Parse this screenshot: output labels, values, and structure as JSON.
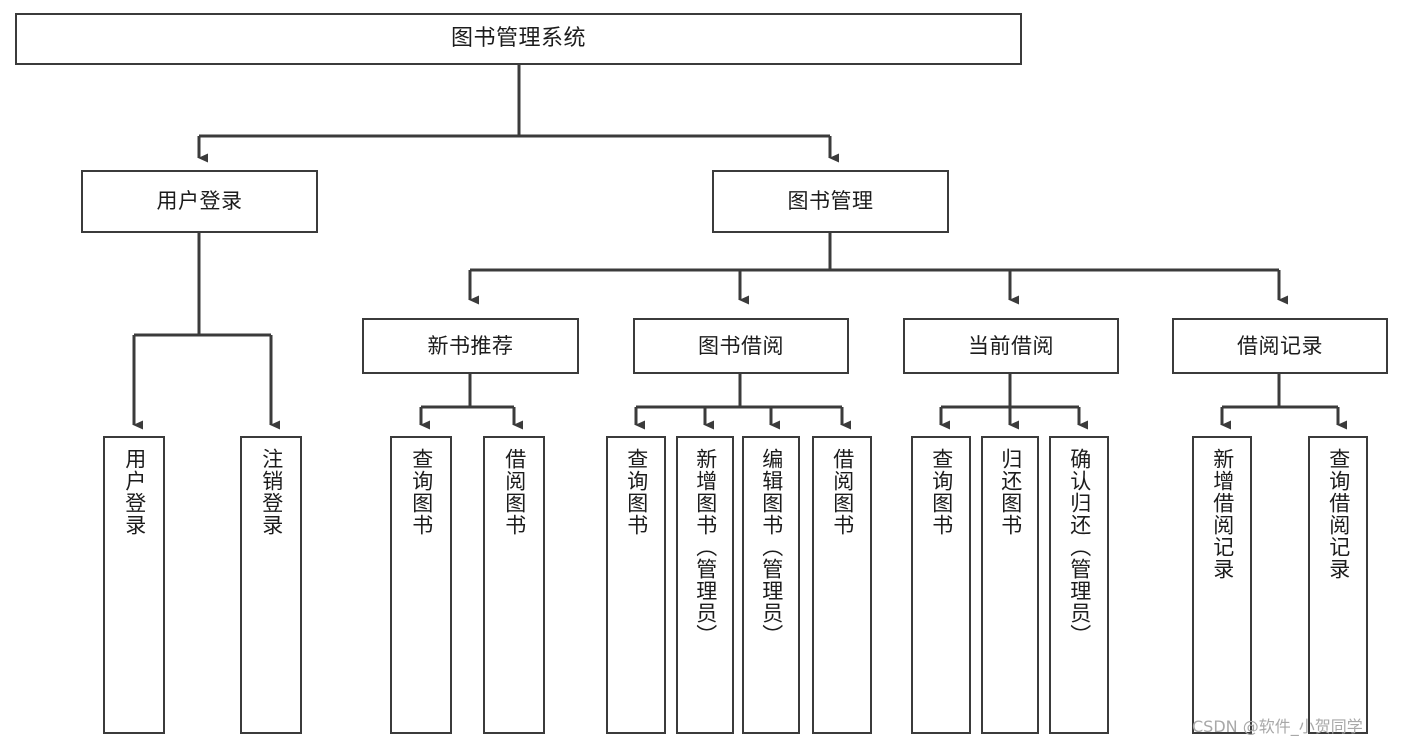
{
  "diagram": {
    "type": "tree-hierarchy-chart",
    "title": "图书管理系统",
    "line_color": "#3b3b3b",
    "box_fill": "#ffffff",
    "text_color": "#1c1c1c",
    "watermark": "CSDN @软件_小贺同学",
    "nodes": {
      "root": {
        "label": "图书管理系统"
      },
      "level2": [
        {
          "id": "user-login",
          "label": "用户登录"
        },
        {
          "id": "book-management",
          "label": "图书管理"
        }
      ],
      "level3": [
        {
          "id": "new-book-recommend",
          "label": "新书推荐"
        },
        {
          "id": "book-borrow",
          "label": "图书借阅"
        },
        {
          "id": "current-borrow",
          "label": "当前借阅"
        },
        {
          "id": "borrow-record",
          "label": "借阅记录"
        }
      ],
      "leaves": {
        "user_login": [
          {
            "id": "leaf-user-login",
            "label": "用户登录"
          },
          {
            "id": "leaf-logout",
            "label": "注销登录"
          }
        ],
        "new_book_recommend": [
          {
            "id": "leaf-query-book-1",
            "label": "查询图书"
          },
          {
            "id": "leaf-borrow-book-1",
            "label": "借阅图书"
          }
        ],
        "book_borrow": [
          {
            "id": "leaf-query-book-2",
            "label": "查询图书"
          },
          {
            "id": "leaf-add-book",
            "label": "新增图书（管理员）"
          },
          {
            "id": "leaf-edit-book",
            "label": "编辑图书（管理员）"
          },
          {
            "id": "leaf-borrow-book-2",
            "label": "借阅图书"
          }
        ],
        "current_borrow": [
          {
            "id": "leaf-query-book-3",
            "label": "查询图书"
          },
          {
            "id": "leaf-return-book",
            "label": "归还图书"
          },
          {
            "id": "leaf-confirm-return",
            "label": "确认归还（管理员）"
          }
        ],
        "borrow_record": [
          {
            "id": "leaf-add-record",
            "label": "新增借阅记录"
          },
          {
            "id": "leaf-query-record",
            "label": "查询借阅记录"
          }
        ]
      }
    }
  }
}
